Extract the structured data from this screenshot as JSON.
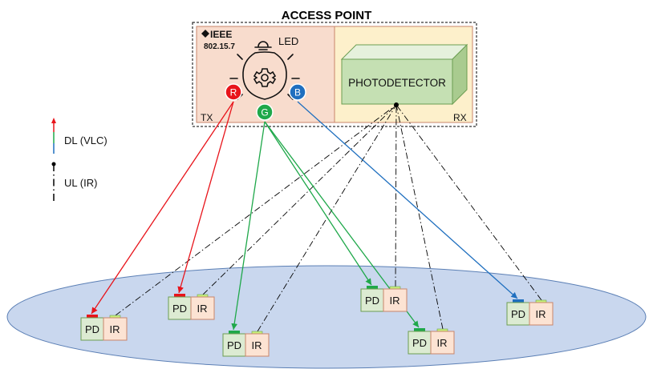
{
  "title": "ACCESS POINT",
  "standard": {
    "logo_text": "IEEE",
    "number": "802.15.7"
  },
  "led_label": "LED",
  "tx_label": "TX",
  "rx_label": "RX",
  "photodetector_label": "PHOTODETECTOR",
  "colors": {
    "red": "#e8141b",
    "green": "#1fa84a",
    "blue": "#1f6fbf",
    "tx_fill": "#f8dccd",
    "rx_fill": "#fdf0cb",
    "pd_fill": "#dcebd2",
    "ir_fill": "#fce3d3",
    "ellipse_fill": "#c9d7ee"
  },
  "sources": [
    {
      "letter": "R",
      "color_key": "red"
    },
    {
      "letter": "G",
      "color_key": "green"
    },
    {
      "letter": "B",
      "color_key": "blue"
    }
  ],
  "legend": {
    "dl_label": "DL (VLC)",
    "ul_label": "UL (IR)"
  },
  "devices": [
    {
      "pd_label": "PD",
      "ir_label": "IR",
      "dl_color": "red"
    },
    {
      "pd_label": "PD",
      "ir_label": "IR",
      "dl_color": "red"
    },
    {
      "pd_label": "PD",
      "ir_label": "IR",
      "dl_color": "green"
    },
    {
      "pd_label": "PD",
      "ir_label": "IR",
      "dl_color": "green"
    },
    {
      "pd_label": "PD",
      "ir_label": "IR",
      "dl_color": "green"
    },
    {
      "pd_label": "PD",
      "ir_label": "IR",
      "dl_color": "blue"
    }
  ]
}
